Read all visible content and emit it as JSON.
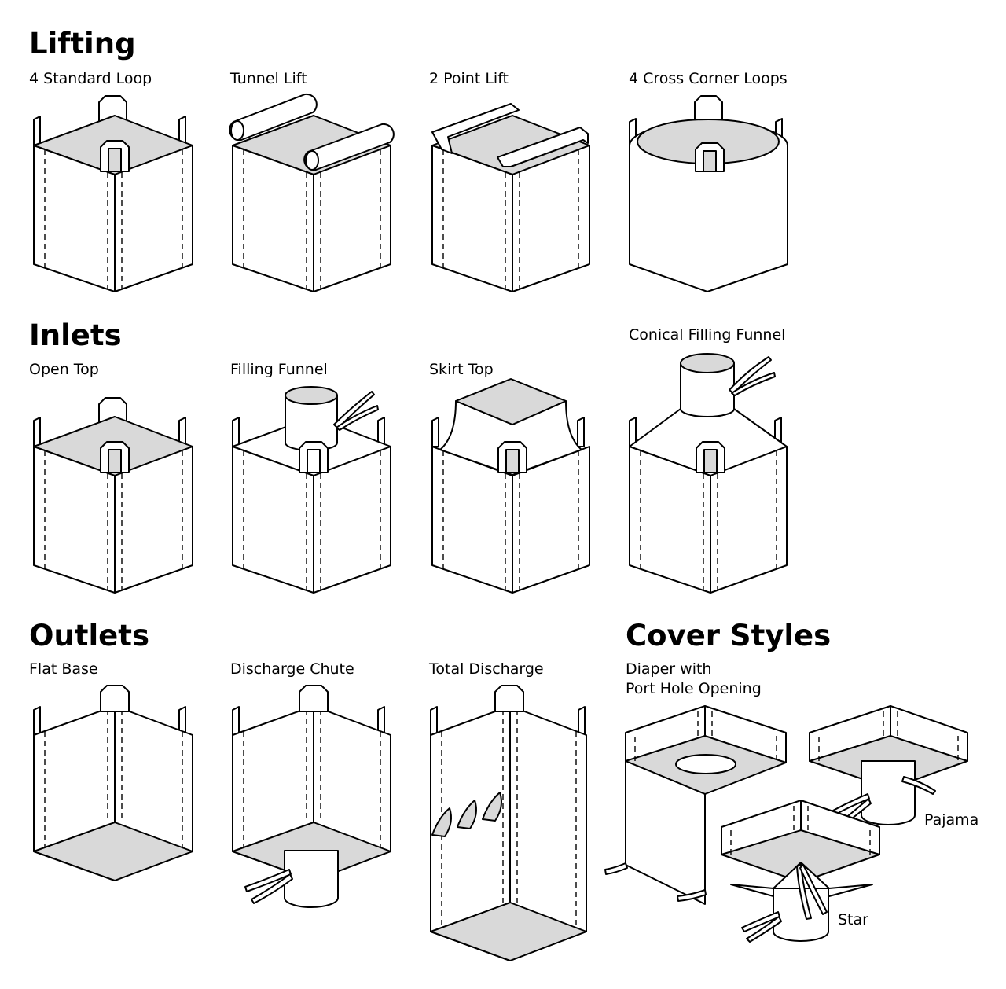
{
  "sections": {
    "lifting": "Lifting",
    "inlets": "Inlets",
    "outlets": "Outlets",
    "cover_styles": "Cover Styles"
  },
  "items": {
    "standard_loop": "4 Standard Loop",
    "tunnel_lift": "Tunnel Lift",
    "two_point_lift": "2 Point Lift",
    "cross_corner_loops": "4 Cross Corner Loops",
    "open_top": "Open Top",
    "filling_funnel": "Filling Funnel",
    "skirt_top": "Skirt Top",
    "conical_filling_funnel": "Conical Filling Funnel",
    "flat_base": "Flat Base",
    "discharge_chute": "Discharge Chute",
    "total_discharge": "Total Discharge",
    "diaper_line1": "Diaper with",
    "diaper_line2": "Port Hole Opening",
    "pajama": "Pajama",
    "star": "Star"
  }
}
